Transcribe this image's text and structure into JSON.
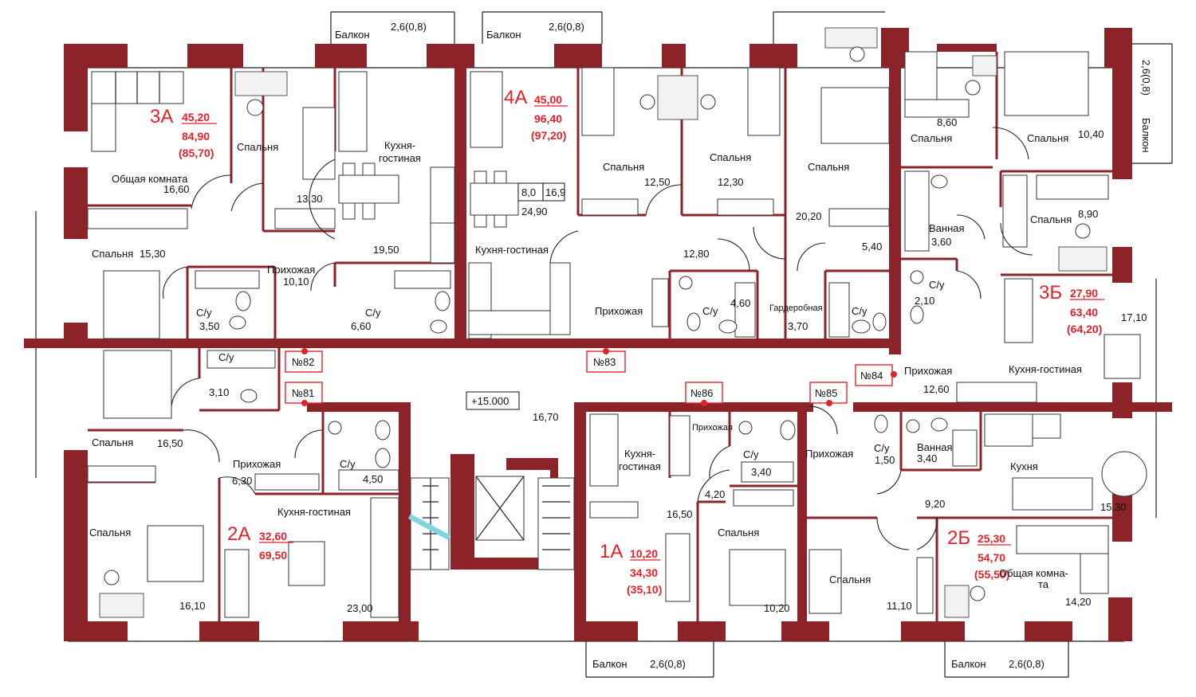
{
  "level_mark": "+15.000",
  "corridor_area": "16,70",
  "balconies": [
    {
      "id": "b1",
      "label": "Балкон",
      "size": "2,6(0,8)"
    },
    {
      "id": "b2",
      "label": "Балкон",
      "size": "2,6(0,8)"
    },
    {
      "id": "b3",
      "label": "Балкон",
      "size": "2,6(0,8)"
    },
    {
      "id": "b4",
      "label": "Балкон",
      "size": "2,6(0,8)"
    },
    {
      "id": "b5",
      "label": "Балкон",
      "size": "2,6(0,8)"
    }
  ],
  "apartment_numbers": [
    "№81",
    "№82",
    "№83",
    "№84",
    "№85",
    "№86"
  ],
  "apartments": {
    "a3A": {
      "code": "3А",
      "living": "45,20",
      "total": "84,90",
      "total_b": "(85,70)"
    },
    "a4A": {
      "code": "4А",
      "living": "45,00",
      "total": "96,40",
      "total_b": "(97,20)"
    },
    "a3B": {
      "code": "3Б",
      "living": "27,90",
      "total": "63,40",
      "total_b": "(64,20)"
    },
    "a2A": {
      "code": "2А",
      "living": "32,60",
      "total": "69,50",
      "total_b": ""
    },
    "a1A": {
      "code": "1А",
      "living": "10,20",
      "total": "34,30",
      "total_b": "(35,10)"
    },
    "a2B": {
      "code": "2Б",
      "living": "25,30",
      "total": "54,70",
      "total_b": "(55,50)"
    }
  },
  "rooms": [
    {
      "name": "Общая комната",
      "area": "16,60"
    },
    {
      "name": "Спальня",
      "area": "13,30"
    },
    {
      "name": "Кухня-",
      "area": "гостиная"
    },
    {
      "name": "Спальня",
      "area": "15,30"
    },
    {
      "name": "Прихожая",
      "area": "10,10"
    },
    {
      "name": "С/у",
      "area": "3,50"
    },
    {
      "name": "С/у",
      "area": "6,60"
    },
    {
      "name": "",
      "area": "19,50"
    },
    {
      "name": "Кухня-гостиная",
      "area": ""
    },
    {
      "name": "Спальня",
      "area": "12,50"
    },
    {
      "name": "Спальня",
      "area": "12,30"
    },
    {
      "name": "Прихожая",
      "area": "12,80"
    },
    {
      "name": "С/у",
      "area": "4,60"
    },
    {
      "name": "Спальня",
      "area": "20,20"
    },
    {
      "name": "Гардеробная",
      "area": "3,70"
    },
    {
      "name": "С/у",
      "area": "5,40"
    },
    {
      "name": "Спальня",
      "area": "8,60"
    },
    {
      "name": "Спальня",
      "area": "10,40"
    },
    {
      "name": "Ванная",
      "area": "3,60"
    },
    {
      "name": "Спальня",
      "area": "8,90"
    },
    {
      "name": "С/у",
      "area": "2,10"
    },
    {
      "name": "Прихожая",
      "area": "12,60"
    },
    {
      "name": "Кухня-гостиная",
      "area": "17,10"
    },
    {
      "name": "С/у",
      "area": "3,10"
    },
    {
      "name": "Спальня",
      "area": "16,50"
    },
    {
      "name": "Прихожая",
      "area": "6,30"
    },
    {
      "name": "С/у",
      "area": "4,50"
    },
    {
      "name": "Кухня-гостиная",
      "area": "23,00"
    },
    {
      "name": "Спальня",
      "area": "16,10"
    },
    {
      "name": "Прихожая",
      "area": ""
    },
    {
      "name": "Кухня-",
      "area": "гостиная"
    },
    {
      "name": "С/у",
      "area": "3,40"
    },
    {
      "name": "Спальня",
      "area": "10,20"
    },
    {
      "name": "Прихожая",
      "area": "4,20"
    },
    {
      "name": "С/у",
      "area": "1,50"
    },
    {
      "name": "Ванная",
      "area": "3,40"
    },
    {
      "name": "Кухня",
      "area": "15,30"
    },
    {
      "name": "Спальня",
      "area": "11,10"
    },
    {
      "name": "Общая комна-",
      "area": "та"
    },
    {
      "name": "",
      "area": "14,20"
    }
  ],
  "extra_labels": {
    "a16_50": "16,50",
    "a9_20": "9,20",
    "kitchen_small": "8,0",
    "living_small": "16,9",
    "kl_total": "24,90"
  }
}
